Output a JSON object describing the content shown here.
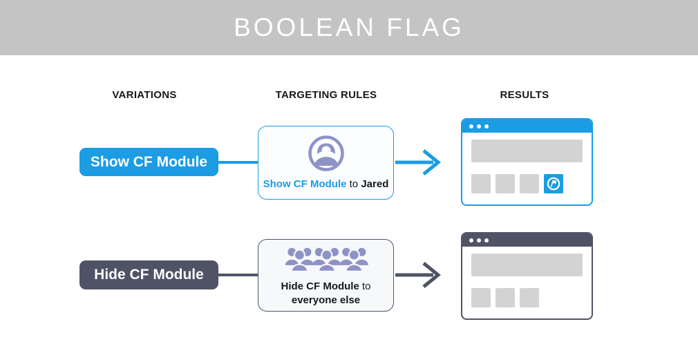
{
  "header": {
    "title": "BOOLEAN FLAG"
  },
  "columns": {
    "variations": "VARIATIONS",
    "targeting_rules": "TARGETING RULES",
    "results": "RESULTS"
  },
  "colors": {
    "header_bg": "#c4c4c4",
    "blue_accent": "#1b9ce3",
    "dark_slate_accent": "#4f5365",
    "placeholder_gray": "#d3d3d3",
    "icon_periwinkle": "#8e93c6"
  },
  "rows": [
    {
      "variation_label": "Show CF Module",
      "rule": {
        "icon": "single-user-avatar-icon",
        "flag_label": "Show CF Module",
        "connector": "to",
        "audience": "Jared"
      },
      "result": {
        "state": "module-shown",
        "module_icon": "flag-in-circle-icon",
        "placeholder_tiles": 3,
        "has_module_tile": true
      }
    },
    {
      "variation_label": "Hide CF Module",
      "rule": {
        "icon": "crowd-icon",
        "flag_label": "Hide CF Module",
        "connector": "to",
        "audience": "everyone else"
      },
      "result": {
        "state": "module-hidden",
        "placeholder_tiles": 3,
        "has_module_tile": false
      }
    }
  ]
}
